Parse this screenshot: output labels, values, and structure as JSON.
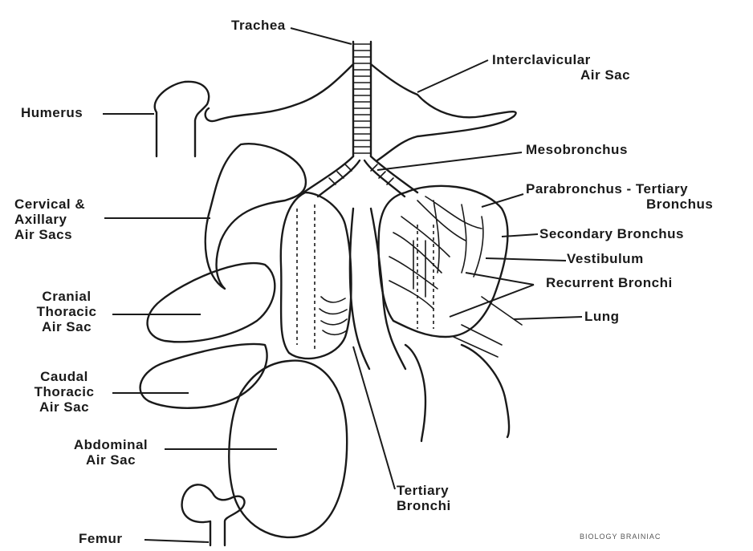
{
  "diagram": {
    "labels": {
      "trachea": "Trachea",
      "interclavicular": [
        "Interclavicular",
        "Air Sac"
      ],
      "humerus": "Humerus",
      "mesobronchus": "Mesobronchus",
      "parabronchus": [
        "Parabronchus - Tertiary",
        "Bronchus"
      ],
      "cervical": [
        "Cervical &",
        "Axillary",
        "Air Sacs"
      ],
      "secondary": "Secondary Bronchus",
      "vestibulum": "Vestibulum",
      "recurrent": "Recurrent Bronchi",
      "cranial": [
        "Cranial",
        "Thoracic",
        "Air Sac"
      ],
      "lung": "Lung",
      "caudal": [
        "Caudal",
        "Thoracic",
        "Air Sac"
      ],
      "abdominal": [
        "Abdominal",
        "Air Sac"
      ],
      "tertiary": [
        "Tertiary",
        "Bronchi"
      ],
      "femur": "Femur"
    },
    "credit": "BIOLOGY BRAINIAC"
  }
}
